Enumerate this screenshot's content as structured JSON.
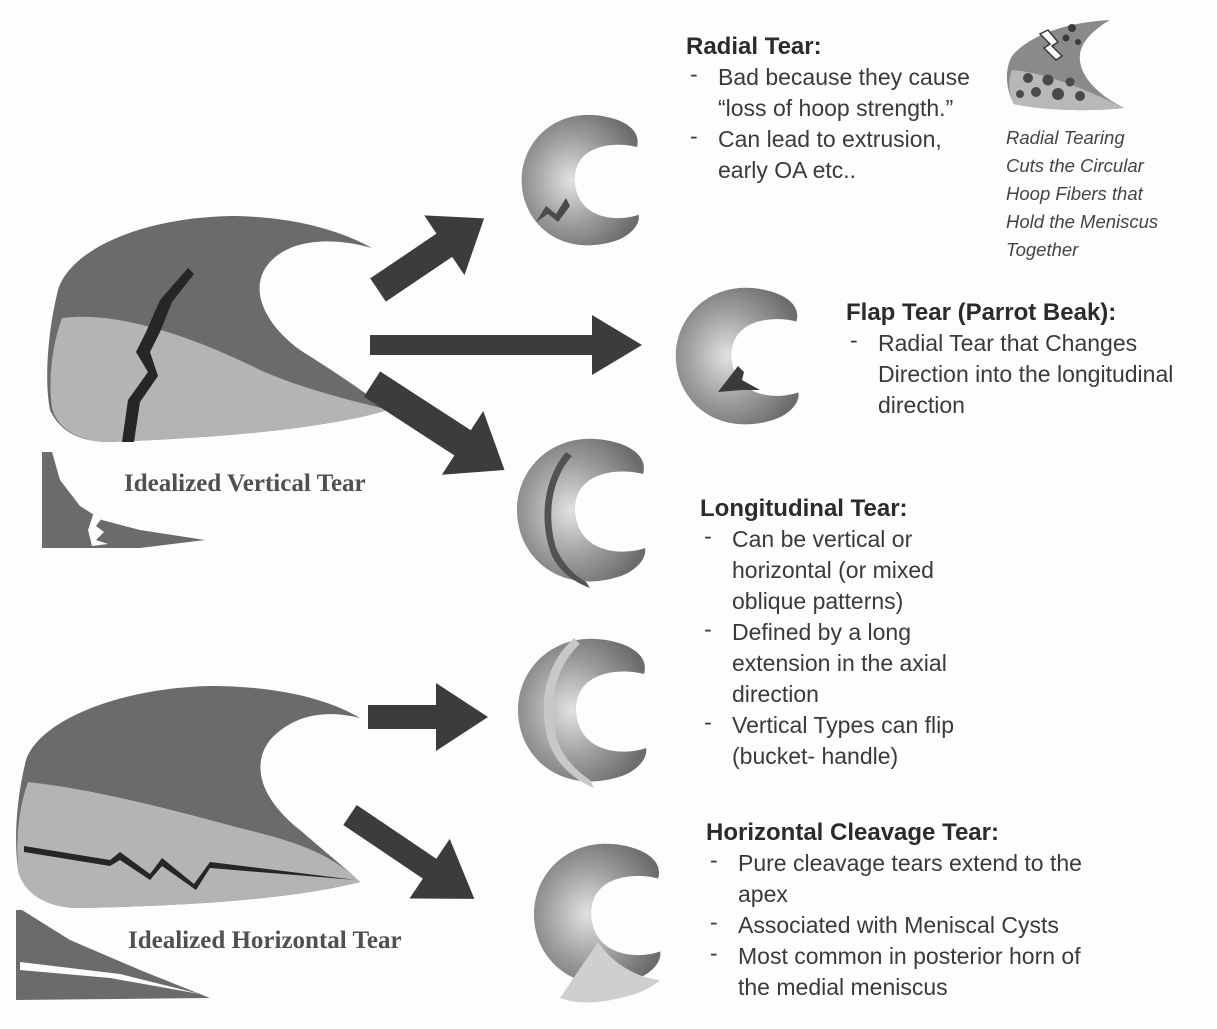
{
  "radial": {
    "title": "Radial Tear:",
    "items": [
      "Bad because they cause “loss of hoop strength.”",
      "Can lead to extrusion, early OA etc.."
    ]
  },
  "radial_note": {
    "lines": [
      "Radial Tearing",
      "Cuts the Circular",
      "Hoop Fibers that",
      "Hold the Meniscus",
      "Together"
    ]
  },
  "flap": {
    "title": "Flap Tear (Parrot Beak):",
    "items": [
      "Radial Tear that Changes Direction into the longitudinal direction"
    ]
  },
  "longitudinal": {
    "title": "Longitudinal Tear:",
    "items": [
      "Can be vertical or horizontal (or mixed oblique patterns)",
      "Defined by a long extension in the axial direction",
      "Vertical Types can flip (bucket- handle)"
    ]
  },
  "horizontal": {
    "title": "Horizontal Cleavage Tear:",
    "items": [
      "Pure cleavage tears extend to the apex",
      "Associated with Meniscal Cysts",
      "Most common in posterior horn of the medial meniscus"
    ]
  },
  "captions": {
    "vertical": "Idealized Vertical Tear",
    "horizontal": "Idealized Horizontal Tear"
  },
  "colors": {
    "dark_fill": "#6b6b6b",
    "light_fill": "#b4b4b4",
    "tear_line": "#262626",
    "arrow": "#3c3c3c"
  }
}
